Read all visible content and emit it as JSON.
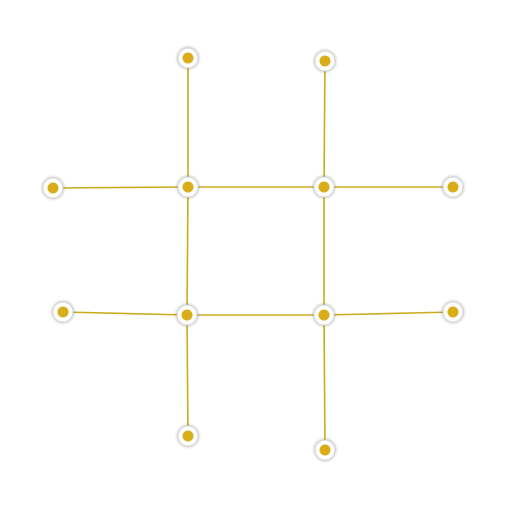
{
  "board": {
    "line_color": "#c9ad1e",
    "node_color": "#d9ad1a",
    "node_halo_color": "#ffffff",
    "background": "#ffffff"
  },
  "nodes": [
    {
      "id": "top-left-end"
    },
    {
      "id": "top-right-end"
    },
    {
      "id": "left-upper-end"
    },
    {
      "id": "inner-top-left"
    },
    {
      "id": "inner-top-right"
    },
    {
      "id": "right-upper-end"
    },
    {
      "id": "left-lower-end"
    },
    {
      "id": "inner-bottom-left"
    },
    {
      "id": "inner-bottom-right"
    },
    {
      "id": "right-lower-end"
    },
    {
      "id": "bottom-left-end"
    },
    {
      "id": "bottom-right-end"
    }
  ],
  "edges": [
    [
      "top-left-end",
      "inner-top-left"
    ],
    [
      "inner-top-left",
      "inner-bottom-left"
    ],
    [
      "inner-bottom-left",
      "bottom-left-end"
    ],
    [
      "top-right-end",
      "inner-top-right"
    ],
    [
      "inner-top-right",
      "inner-bottom-right"
    ],
    [
      "inner-bottom-right",
      "bottom-right-end"
    ],
    [
      "left-upper-end",
      "inner-top-left"
    ],
    [
      "inner-top-left",
      "inner-top-right"
    ],
    [
      "inner-top-right",
      "right-upper-end"
    ],
    [
      "left-lower-end",
      "inner-bottom-left"
    ],
    [
      "inner-bottom-left",
      "inner-bottom-right"
    ],
    [
      "inner-bottom-right",
      "right-lower-end"
    ]
  ]
}
